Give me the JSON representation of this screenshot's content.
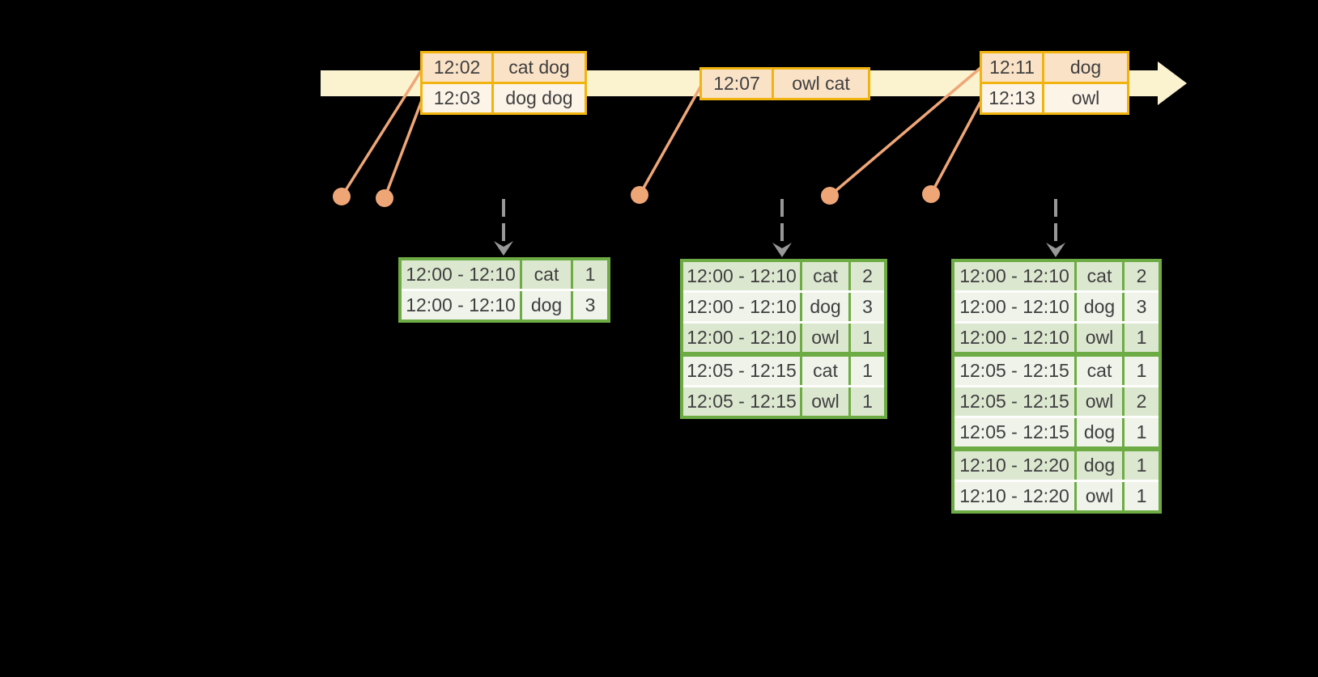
{
  "colors": {
    "background": "#000000",
    "timeline_fill": "#FBF2CF",
    "event_table_border": "#F1B40E",
    "event_row_peach": "#FAE2C7",
    "event_row_cream": "#FDF4E8",
    "connector_orange": "#EFA677",
    "trigger_gray": "#989898",
    "result_table_border": "#6DAC44",
    "result_row_dark": "#DCE7D0",
    "result_row_light": "#EFF3EA",
    "text": "#3F3F3F"
  },
  "event_tables": [
    {
      "rows": [
        {
          "time": "12:02",
          "words": "cat dog"
        },
        {
          "time": "12:03",
          "words": "dog dog"
        }
      ]
    },
    {
      "rows": [
        {
          "time": "12:07",
          "words": "owl cat"
        }
      ]
    },
    {
      "rows": [
        {
          "time": "12:11",
          "words": "dog"
        },
        {
          "time": "12:13",
          "words": "owl"
        }
      ]
    }
  ],
  "result_tables": [
    {
      "rows": [
        {
          "window": "12:00 - 12:10",
          "word": "cat",
          "count": "1"
        },
        {
          "window": "12:00 - 12:10",
          "word": "dog",
          "count": "3"
        }
      ]
    },
    {
      "rows": [
        {
          "window": "12:00 - 12:10",
          "word": "cat",
          "count": "2"
        },
        {
          "window": "12:00 - 12:10",
          "word": "dog",
          "count": "3"
        },
        {
          "window": "12:00 - 12:10",
          "word": "owl",
          "count": "1"
        },
        {
          "window": "12:05 - 12:15",
          "word": "cat",
          "count": "1"
        },
        {
          "window": "12:05 - 12:15",
          "word": "owl",
          "count": "1"
        }
      ]
    },
    {
      "rows": [
        {
          "window": "12:00 - 12:10",
          "word": "cat",
          "count": "2"
        },
        {
          "window": "12:00 - 12:10",
          "word": "dog",
          "count": "3"
        },
        {
          "window": "12:00 - 12:10",
          "word": "owl",
          "count": "1"
        },
        {
          "window": "12:05 - 12:15",
          "word": "cat",
          "count": "1"
        },
        {
          "window": "12:05 - 12:15",
          "word": "owl",
          "count": "2"
        },
        {
          "window": "12:05 - 12:15",
          "word": "dog",
          "count": "1"
        },
        {
          "window": "12:10 - 12:20",
          "word": "dog",
          "count": "1"
        },
        {
          "window": "12:10 - 12:20",
          "word": "owl",
          "count": "1"
        }
      ]
    }
  ]
}
